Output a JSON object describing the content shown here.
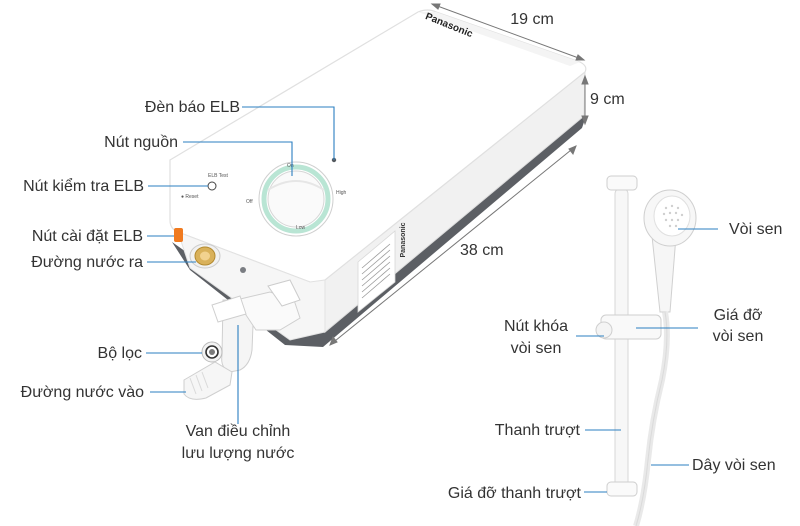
{
  "brand": "Panasonic",
  "colors": {
    "accent_line": "#2b7fc1",
    "body": "#ffffff",
    "back": "#5a5d62",
    "text": "#333333"
  },
  "dimensions": {
    "width": "19 cm",
    "depth": "9 cm",
    "height": "38 cm"
  },
  "heater_labels": {
    "elb_indicator": "Đèn báo ELB",
    "power_button": "Nút nguồn",
    "elb_test_button": "Nút kiểm tra ELB",
    "elb_setting_button": "Nút cài đặt ELB",
    "water_outlet": "Đường nước ra",
    "filter": "Bộ lọc",
    "water_inlet": "Đường nước vào",
    "flow_valve_line1": "Van điều chỉnh",
    "flow_valve_line2": "lưu lượng nước"
  },
  "shower_labels": {
    "shower_head": "Vòi sen",
    "holder_line1": "Giá đỡ",
    "holder_line2": "vòi sen",
    "lock_line1": "Nút khóa",
    "lock_line2": "vòi sen",
    "slide_bar": "Thanh trượt",
    "hose": "Dây vòi sen",
    "bar_bracket": "Giá đỡ thanh trượt"
  },
  "panel_text": {
    "elb_test": "ELB Test",
    "reset": "● Reset",
    "on": "On",
    "off": "Off",
    "high": "High",
    "low": "Low"
  },
  "icons": [
    "elb-indicator-light-icon",
    "power-knob-icon",
    "water-filter-icon",
    "flow-valve-icon",
    "shower-head-icon"
  ]
}
